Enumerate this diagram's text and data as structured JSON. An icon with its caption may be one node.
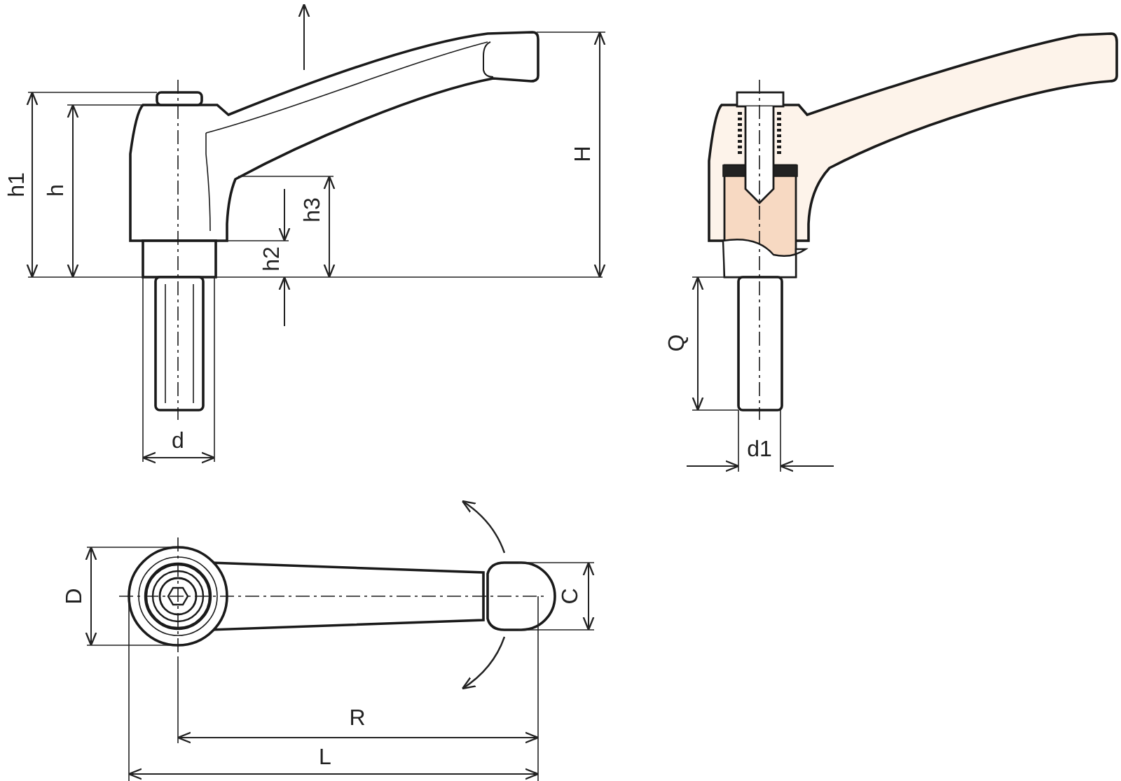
{
  "diagram": {
    "labels": [
      "h1",
      "h",
      "h3",
      "h2",
      "H",
      "d",
      "Q",
      "d1",
      "D",
      "C",
      "R",
      "L"
    ]
  }
}
